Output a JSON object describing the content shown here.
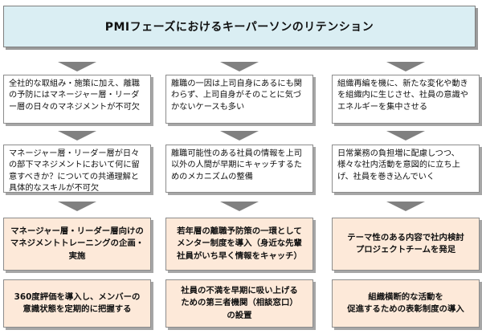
{
  "title": "PMIフェーズにおけるキーパーソンのリテンション",
  "columns": [
    {
      "issue": "全社的な取組み・施策に加え、離職の予防にはマネージャー層・リーダー層の日々のマネジメントが不可欠",
      "detail": "マネージャー層・リーダー層が日々の部下マネジメントにおいて何に留意すべきか？についての共通理解と具体的なスキルが不可欠",
      "action1": "マネージャー層・リーダー層向けの\nマネジメントトレーニングの企画・\n実施",
      "action2": "360度評価を導入し、メンバーの\n意識状態を定期的に把握する"
    },
    {
      "issue": "離職の一因は上司自身にあるにも関わらず、上司自身がそのことに気づかないケースも多い",
      "detail": "離職可能性のある社員の情報を上司以外の人間が早期にキャッチするためのメカニズムの整備",
      "action1": "若年層の離職予防策の一環として\nメンター制度を導入（身近な先輩\n社員がいち早く情報をキャッチ）",
      "action2": "社員の不満を早期に吸い上げる\nための第三者機関（相談窓口）\nの設置"
    },
    {
      "issue": "組織再編を機に、新たな変化や動きを組織内に生じさせ、社員の意識やエネルギーを集中させる",
      "detail": "日常業務の負担増に配慮しつつ、様々な社内活動を意図的に立ち上げ、社員を巻き込んでいく",
      "action1": "テーマ性のある内容で社内検討\nプロジェクトチームを発足",
      "action2": "組織横断的な活動を\n促進するための表彰制度の導入"
    }
  ],
  "colors": {
    "title_bg": "#daeef3",
    "action_bg": "#fde9d9",
    "arrow": "#808080"
  }
}
